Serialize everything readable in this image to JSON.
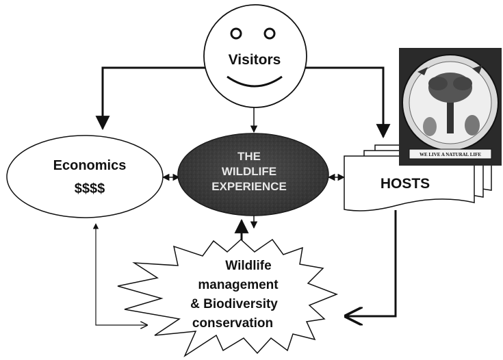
{
  "nodes": {
    "visitors": {
      "label": "Visitors",
      "shape": "smiley-face"
    },
    "economics": {
      "label_line1": "Economics",
      "label_line2": "$$$$",
      "shape": "ellipse"
    },
    "experience": {
      "label_line1": "THE",
      "label_line2": "WILDLIFE",
      "label_line3": "EXPERIENCE",
      "shape": "dark-ellipse",
      "fill": "#3a3a3a"
    },
    "hosts": {
      "label": "HOSTS",
      "shape": "stacked-documents"
    },
    "management": {
      "label_line1": "Wildlife",
      "label_line2": "management",
      "label_line3": "& Biodiversity",
      "label_line4": "conservation",
      "shape": "explosion"
    }
  },
  "emblem": {
    "description_icon": "seal-emblem",
    "motto": "WE LIVE A NATURAL LIFE"
  },
  "edges": [
    {
      "from": "visitors",
      "to": "economics"
    },
    {
      "from": "visitors",
      "to": "experience"
    },
    {
      "from": "visitors",
      "to": "hosts"
    },
    {
      "from": "economics",
      "to": "experience",
      "bidirectional": true
    },
    {
      "from": "experience",
      "to": "hosts",
      "bidirectional": true
    },
    {
      "from": "experience",
      "to": "management"
    },
    {
      "from": "management",
      "to": "experience"
    },
    {
      "from": "hosts",
      "to": "management"
    },
    {
      "from": "economics",
      "to": "management",
      "bidirectional": true
    }
  ]
}
